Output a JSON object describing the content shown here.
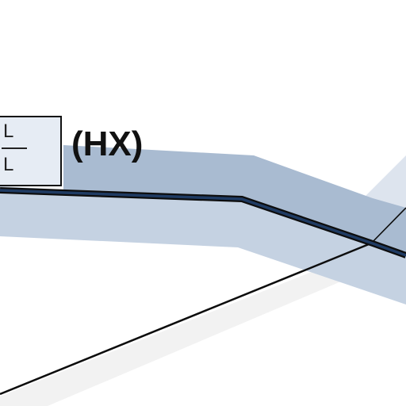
{
  "route": {
    "shield_top": "L",
    "shield_bottom": "L",
    "label": "(HX)"
  },
  "colors": {
    "corridor": "#a9bbd1",
    "corridor_light": "#c5d2e2",
    "corridor_pale": "#dde4ee",
    "route_line": "#1f3b63",
    "route_outline": "#0d0d0d",
    "thin_line": "#0d0d0d",
    "ground_shadow": "#f1f1f1",
    "shield_fill": "#e6ecf4"
  }
}
